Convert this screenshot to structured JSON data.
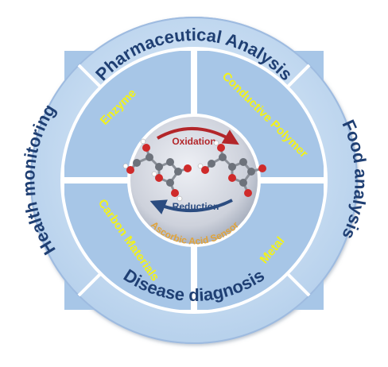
{
  "outer_ring": {
    "top": "Pharmaceutical Analysis",
    "right": "Food analysis",
    "bottom": "Disease diagnosis",
    "left": "Health monitoring"
  },
  "inner_quadrants": {
    "top_left": "Enzyme",
    "top_right": "Conductive Polymer",
    "bottom_left": "Carbon Materials",
    "bottom_right": "Metal"
  },
  "center": {
    "title": "Ascorbic Acid Sensor",
    "oxidation": "Oxidation",
    "reduction": "Reduction"
  },
  "colors": {
    "outer_ring_fill": "#c5dcf2",
    "quadrant_fill": "#a7c6e7",
    "center_fill": "#d3d6df",
    "outer_text": "#1f3f73",
    "inner_text": "#f2f21a",
    "oxidation_color": "#b3262a",
    "reduction_color": "#2b4c80",
    "title_color": "#e0a33a"
  }
}
